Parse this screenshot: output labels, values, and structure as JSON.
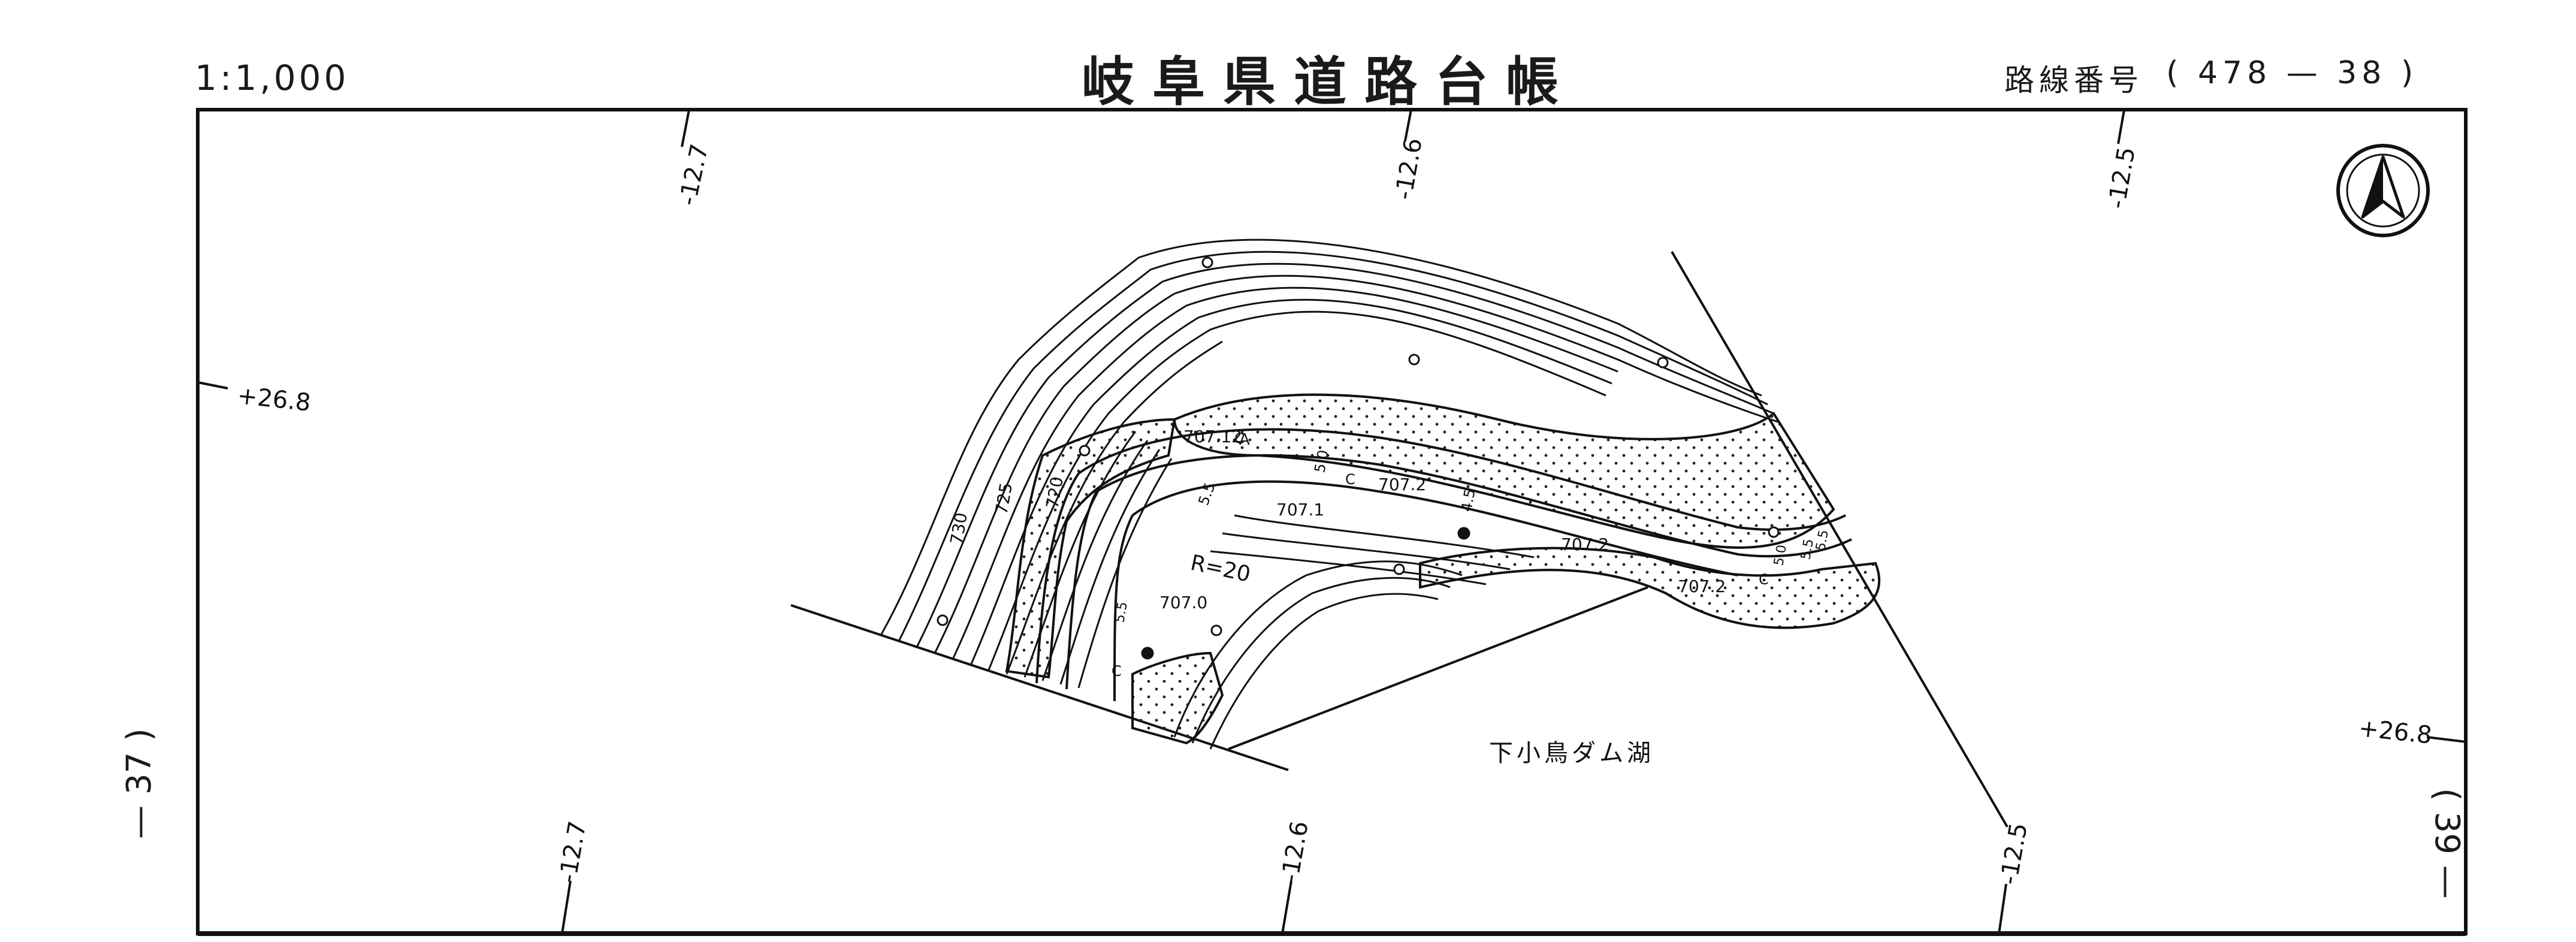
{
  "header": {
    "scale": "1:1,000",
    "title": "岐阜県道路台帳",
    "route_label": "路線番号",
    "route_number": "( 478 — 38 )"
  },
  "side": {
    "left_sheet": "— 37 )",
    "right_sheet": "( 39 —"
  },
  "grid": {
    "top_ticks": [
      "-12.7",
      "-12.6",
      "-12.5"
    ],
    "bottom_ticks": [
      "-12.7",
      "-12.6",
      "-12.5"
    ],
    "left_tick": "+26.8",
    "right_tick": "+26.8"
  },
  "map": {
    "lake_label": "下小鳥ダム湖",
    "radius_label": "R=20",
    "elevations": [
      "707.12",
      "707.2",
      "707.1",
      "707.2",
      "707.2",
      "707.0"
    ],
    "widths": [
      "5.0",
      "4.5",
      "5.5",
      "5.0",
      "5.5",
      "5.5",
      "5.5"
    ],
    "contours": [
      "730",
      "725",
      "720"
    ],
    "road_marks": [
      "C",
      "C",
      "C",
      "C",
      "A"
    ]
  },
  "icons": {
    "north_arrow": "north-arrow-icon"
  }
}
